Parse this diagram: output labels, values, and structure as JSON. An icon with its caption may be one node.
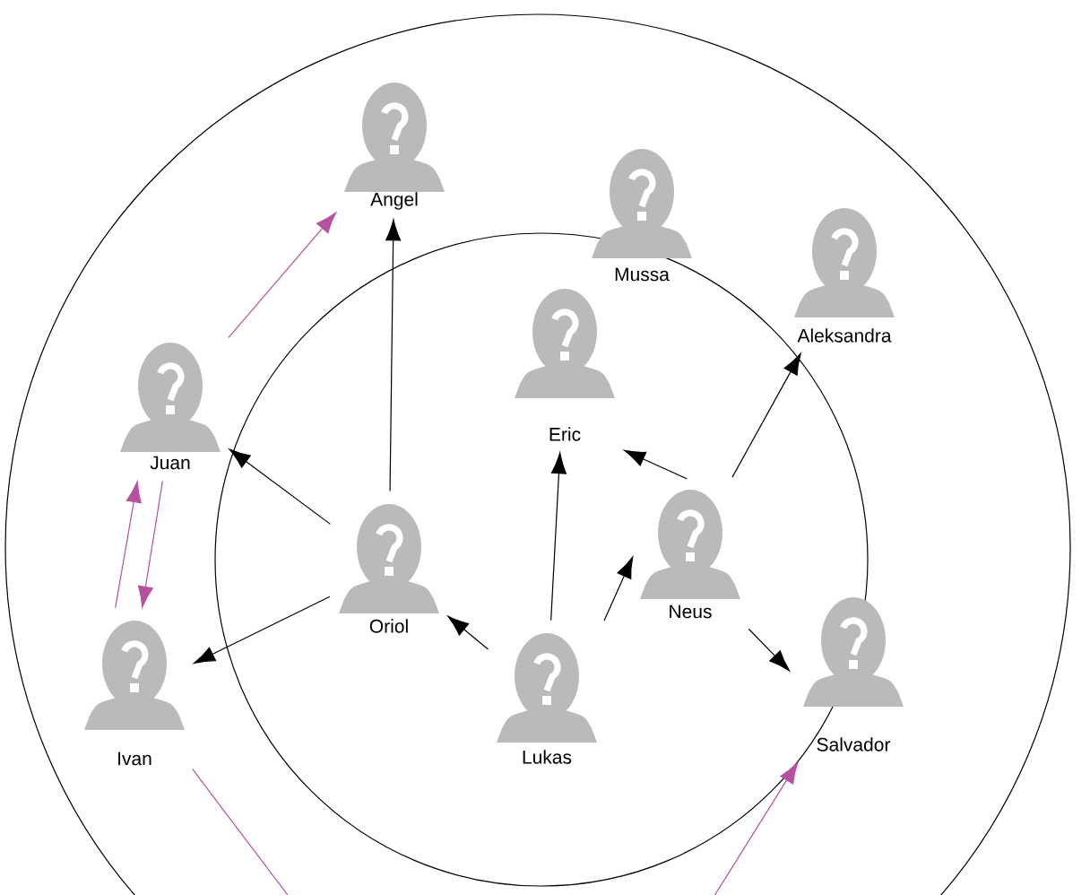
{
  "diagram": {
    "nodes": [
      {
        "text": [
          "Angel"
        ]
      },
      {
        "text": [
          "Mussa"
        ]
      },
      {
        "text": [
          "Aleksandra"
        ]
      },
      {
        "text": [
          "Eric"
        ]
      },
      {
        "text": [
          "Juan"
        ]
      },
      {
        "text": [
          "Oriol"
        ]
      },
      {
        "text": [
          "Neus"
        ]
      },
      {
        "text": [
          "Ivan"
        ]
      },
      {
        "text": [
          "Lukas"
        ]
      },
      {
        "text": [
          "Salvador"
        ]
      }
    ],
    "edges": [
      {
        "from": 5,
        "to": 0,
        "arrow": "to"
      },
      {
        "from": 5,
        "to": 4,
        "arrow": "to"
      },
      {
        "from": 5,
        "to": 7,
        "arrow": "to"
      },
      {
        "from": 8,
        "to": 5,
        "arrow": "to"
      },
      {
        "from": 8,
        "to": 3,
        "arrow": "to"
      },
      {
        "from": 8,
        "to": 6,
        "arrow": "to"
      },
      {
        "from": 6,
        "to": 3,
        "arrow": "to"
      },
      {
        "from": 6,
        "to": 2,
        "arrow": "to"
      },
      {
        "from": 6,
        "to": 9,
        "arrow": "to"
      },
      {
        "from": 4,
        "to": 0,
        "arrow": "to",
        "color": "#b5519f"
      },
      {
        "from": 7,
        "to": 4,
        "arrow": "to",
        "color": "#b5519f"
      },
      {
        "from": 4,
        "to": 7,
        "arrow": "to",
        "color": "#b5519f"
      },
      {
        "from": 7,
        "to": null,
        "arrow": "none",
        "color": "#b5519f"
      },
      {
        "from": null,
        "to": 9,
        "arrow": "to",
        "color": "#b5519f"
      }
    ]
  }
}
